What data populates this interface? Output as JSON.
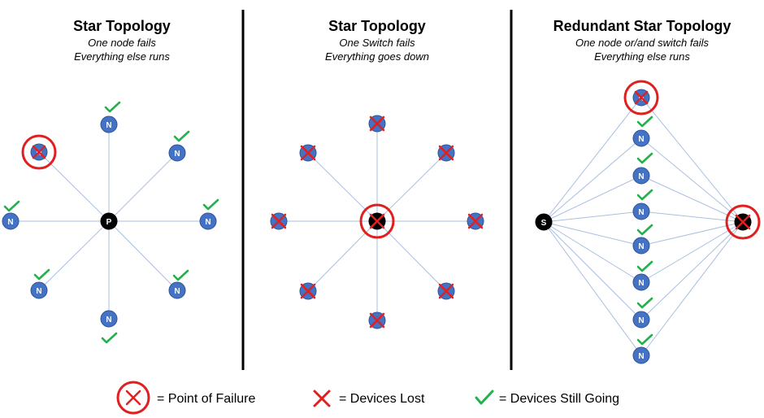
{
  "colors": {
    "node_fill": "#4472c4",
    "node_stroke": "#2f5496",
    "hub_fill": "#000000",
    "link": "#a9bfe0",
    "divider": "#000000",
    "fail": "#e02020",
    "ok": "#22b14c"
  },
  "panels": [
    {
      "title": "Star Topology",
      "subtitle": [
        "One node fails",
        "Everything else runs"
      ],
      "hub_label": "P",
      "node_label": "N"
    },
    {
      "title": "Star Topology",
      "subtitle": [
        "One Switch fails",
        "Everything goes down"
      ],
      "hub_label": "",
      "node_label": ""
    },
    {
      "title": "Redundant Star Topology",
      "subtitle": [
        "One node or/and switch fails",
        "Everything else runs"
      ],
      "hub_label": "S",
      "node_label": "N"
    }
  ],
  "legend": {
    "point_of_failure": "= Point of Failure",
    "devices_lost": "= Devices Lost",
    "devices_still_going": "= Devices Still Going"
  }
}
